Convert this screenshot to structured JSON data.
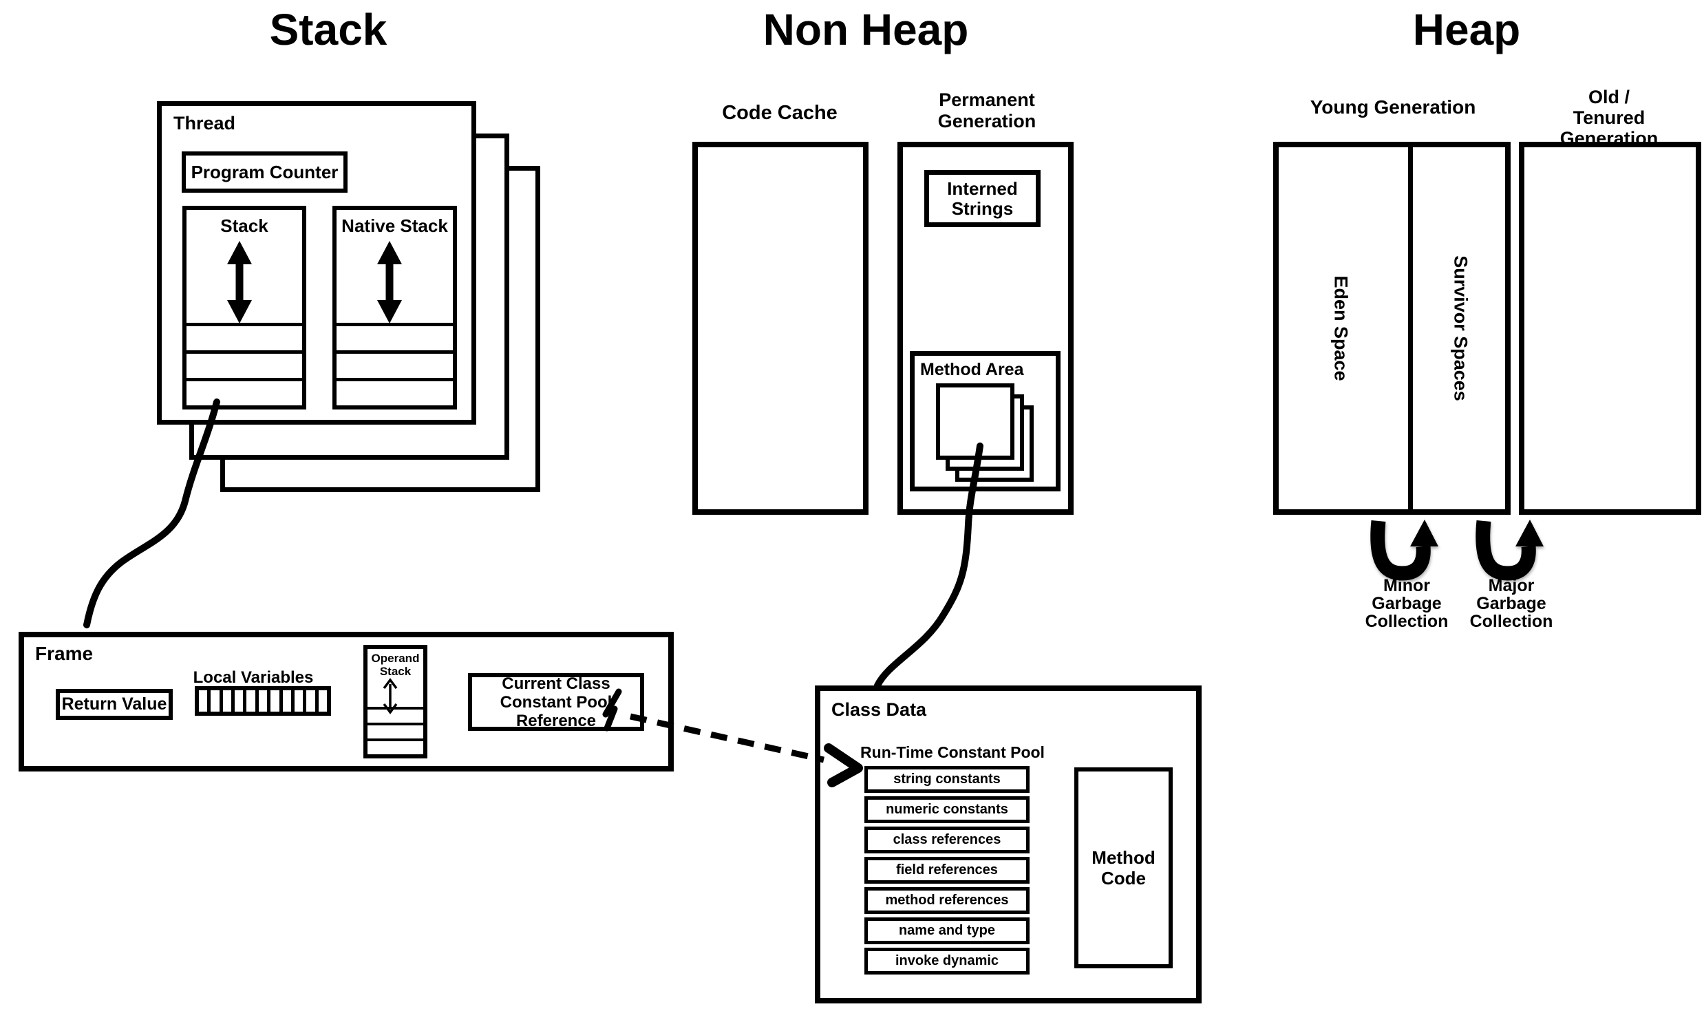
{
  "titles": {
    "stack": "Stack",
    "non_heap": "Non Heap",
    "heap": "Heap"
  },
  "stack_section": {
    "thread": {
      "label": "Thread",
      "program_counter": "Program Counter",
      "vm_stack_label": "Stack",
      "native_stack_label": "Native Stack"
    },
    "frame": {
      "label": "Frame",
      "return_value": "Return Value",
      "local_variables_label": "Local Variables",
      "local_variable_slots": 11,
      "operand_stack_label": "Operand\nStack",
      "current_class_reference": "Current Class\nConstant Pool\nReference"
    }
  },
  "non_heap_section": {
    "code_cache_label": "Code Cache",
    "permanent_generation_label": "Permanent\nGeneration",
    "interned_strings": "Interned\nStrings",
    "method_area_label": "Method Area"
  },
  "heap_section": {
    "young_generation_label": "Young Generation",
    "old_generation_label": "Old / Tenured\nGeneration",
    "eden_space": "Eden Space",
    "survivor_spaces": "Survivor Spaces",
    "minor_gc": "Minor\nGarbage\nCollection",
    "major_gc": "Major\nGarbage\nCollection"
  },
  "class_data": {
    "label": "Class Data",
    "runtime_constant_pool_label": "Run-Time Constant Pool",
    "pool_rows": [
      "string constants",
      "numeric constants",
      "class references",
      "field references",
      "method references",
      "name and type",
      "invoke dynamic"
    ],
    "method_code": "Method\nCode"
  },
  "colors": {
    "ink": "#000000",
    "background": "#ffffff"
  }
}
